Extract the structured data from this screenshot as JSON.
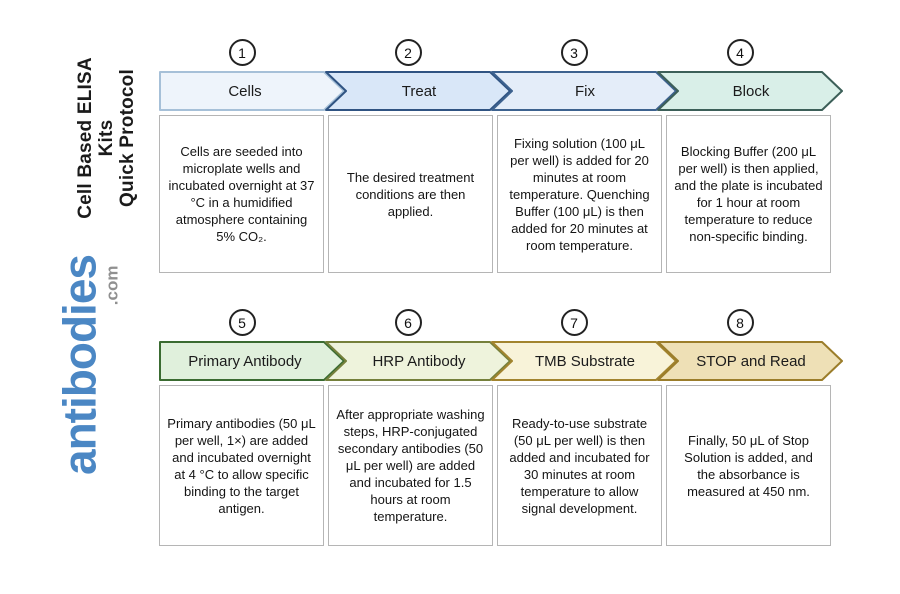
{
  "sidebar": {
    "title_line1": "Cell Based ELISA Kits",
    "title_line2": "Quick Protocol",
    "logo_text": "antibodies",
    "logo_suffix": ".com",
    "logo_color": "#4b87c4",
    "logo_suffix_color": "#909090"
  },
  "steps": [
    {
      "number": "1",
      "label": "Cells",
      "description": "Cells are seeded into microplate wells and incubated overnight at 37 °C in a humidified atmosphere containing 5% CO₂.",
      "fill_color": "#eef4fb",
      "border_color": "#a6c0d8"
    },
    {
      "number": "2",
      "label": "Treat",
      "description": "The desired treatment conditions are then applied.",
      "fill_color": "#d9e7f8",
      "border_color": "#2f5382"
    },
    {
      "number": "3",
      "label": "Fix",
      "description": "Fixing solution (100 μL per well) is added for 20 minutes at room temperature. Quenching Buffer (100 μL) is then added for 20 minutes at room temperature.",
      "fill_color": "#e4edf9",
      "border_color": "#3d628f"
    },
    {
      "number": "4",
      "label": "Block",
      "description": "Blocking Buffer (200 μL per well) is then applied, and the plate is incubated for 1 hour at room temperature to reduce non-specific binding.",
      "fill_color": "#d9efe8",
      "border_color": "#3c5f58"
    },
    {
      "number": "5",
      "label": "Primary Antibody",
      "description": "Primary antibodies (50 μL per well, 1×) are added and incubated overnight at 4 °C to allow specific binding to the target antigen.",
      "fill_color": "#e0f0dc",
      "border_color": "#3a6b31"
    },
    {
      "number": "6",
      "label": "HRP Antibody",
      "description": "After appropriate washing steps, HRP-conjugated secondary antibodies (50 μL per well) are added and incubated for 1.5 hours at room temperature.",
      "fill_color": "#eef3dc",
      "border_color": "#75803b"
    },
    {
      "number": "7",
      "label": "TMB Substrate",
      "description": "Ready-to-use substrate (50 μL per well) is then added and incubated for 30 minutes at room temperature to allow signal development.",
      "fill_color": "#f8f3d9",
      "border_color": "#a2842e"
    },
    {
      "number": "8",
      "label": "STOP and Read",
      "description": "Finally, 50 μL of Stop Solution is added, and the absorbance is measured at 450 nm.",
      "fill_color": "#eee0b6",
      "border_color": "#9b7d2a"
    }
  ]
}
